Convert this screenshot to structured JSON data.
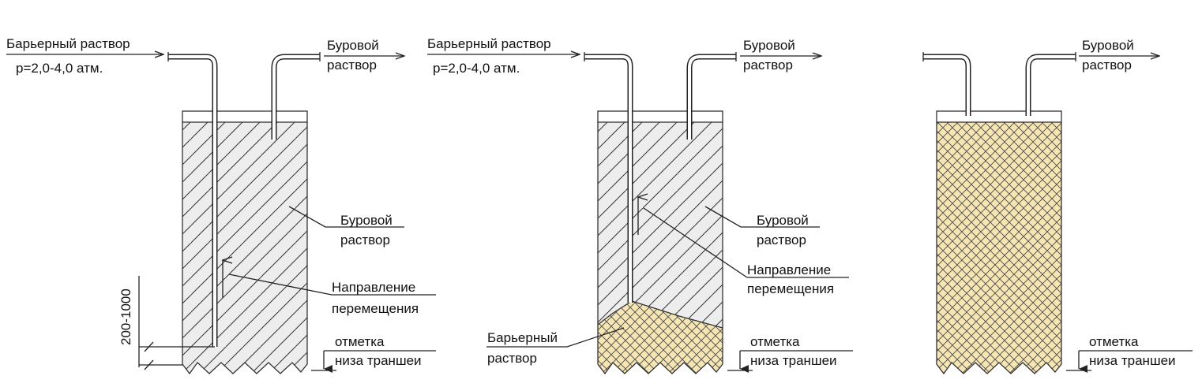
{
  "colors": {
    "drilling_fill": "#ededed",
    "barrier_fill": "#f5e6b4",
    "line": "#222222"
  },
  "panel1": {
    "barrier_inlet": "Барьерный раствор",
    "pressure": "р=2,0-4,0 атм.",
    "drill_out_1": "Буровой",
    "drill_out_2": "раствор",
    "mud_1": "Буровой",
    "mud_2": "раствор",
    "direction_1": "Направление",
    "direction_2": "перемещения",
    "dimension": "200-1000",
    "bottom_1": "отметка",
    "bottom_2": "низа траншеи"
  },
  "panel2": {
    "barrier_inlet": "Барьерный раствор",
    "pressure": "р=2,0-4,0 атм.",
    "drill_out_1": "Буровой",
    "drill_out_2": "раствор",
    "mud_1": "Буровой",
    "mud_2": "раствор",
    "direction_1": "Направление",
    "direction_2": "перемещения",
    "barrier_1": "Барьерный",
    "barrier_2": "раствор",
    "bottom_1": "отметка",
    "bottom_2": "низа траншеи"
  },
  "panel3": {
    "drill_out_1": "Буровой",
    "drill_out_2": "раствор",
    "bottom_1": "отметка",
    "bottom_2": "низа траншеи"
  }
}
